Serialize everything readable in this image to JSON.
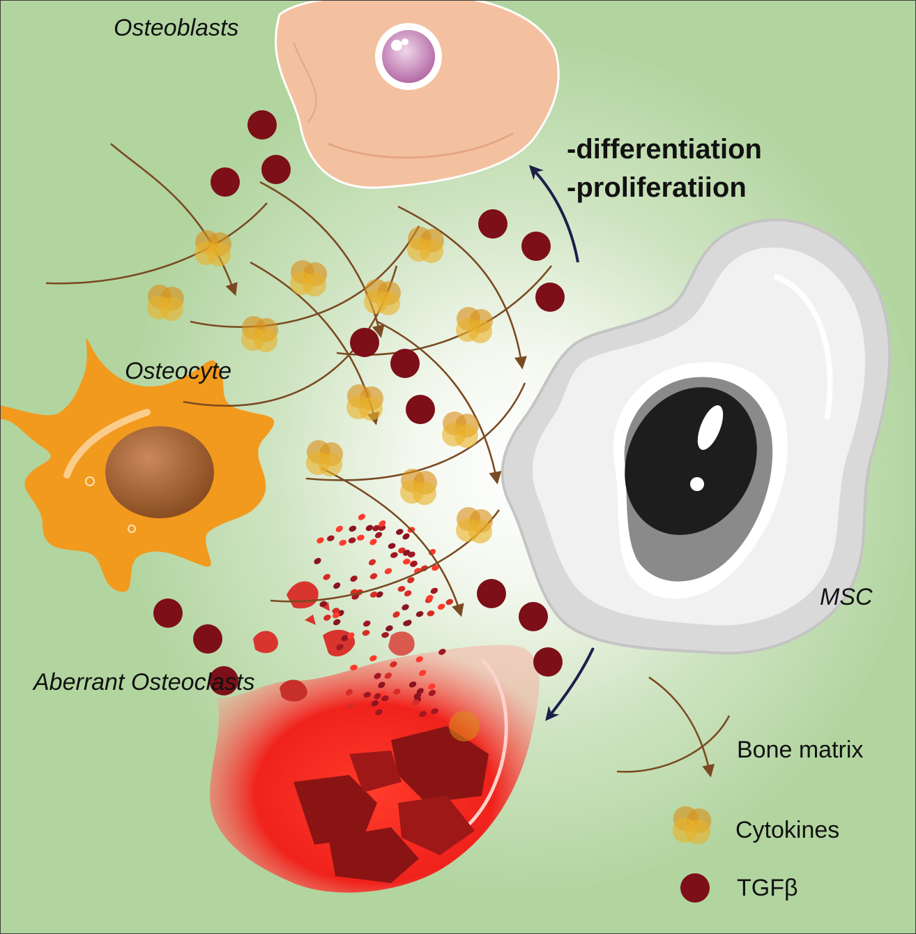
{
  "labels": {
    "osteoblasts": "Osteoblasts",
    "osteocyte": "Osteocyte",
    "msc": "MSC",
    "aberrant_osteoclasts": "Aberrant Osteoclasts",
    "differentiation": "-differentiation",
    "proliferation": "-proliferatiion"
  },
  "legend": {
    "bone_matrix": "Bone matrix",
    "cytokines": "Cytokines",
    "tgfb": "TGFβ"
  },
  "colors": {
    "background": "#b2d5a0",
    "tgfb": "#7d0f18",
    "cytokine_a": "#e8b22a",
    "cytokine_b": "#d9901a",
    "bone_matrix": "#7a4a22",
    "osteoblast": "#f4c1a0",
    "osteocyte": "#f29a1e",
    "osteoclast": "#e8261e",
    "msc": "#9a9a9a",
    "arrow": "#1c1f4a"
  }
}
